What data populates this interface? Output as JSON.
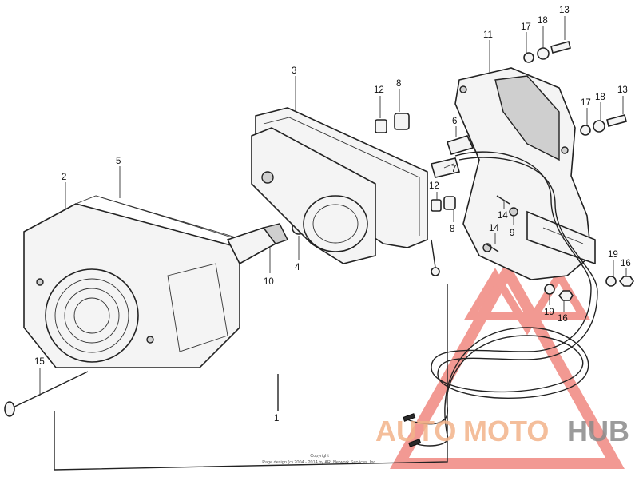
{
  "diagram": {
    "callouts": [
      "1",
      "2",
      "3",
      "4",
      "5",
      "6",
      "7",
      "8",
      "8",
      "9",
      "10",
      "11",
      "12",
      "12",
      "13",
      "13",
      "14",
      "14",
      "15",
      "16",
      "16",
      "17",
      "17",
      "18",
      "18",
      "19",
      "19"
    ],
    "copyright_line1": "Copyright",
    "copyright_line2": "Page design (c) 2004 - 2014 by ARI Network Services, Inc."
  },
  "watermark": {
    "word1": "AUTO",
    "word2": "MOTO",
    "word3": "HUB",
    "colors": {
      "logo_red": "#e8463a",
      "auto": "#f3b38a",
      "hub": "#8a8a8a"
    }
  }
}
